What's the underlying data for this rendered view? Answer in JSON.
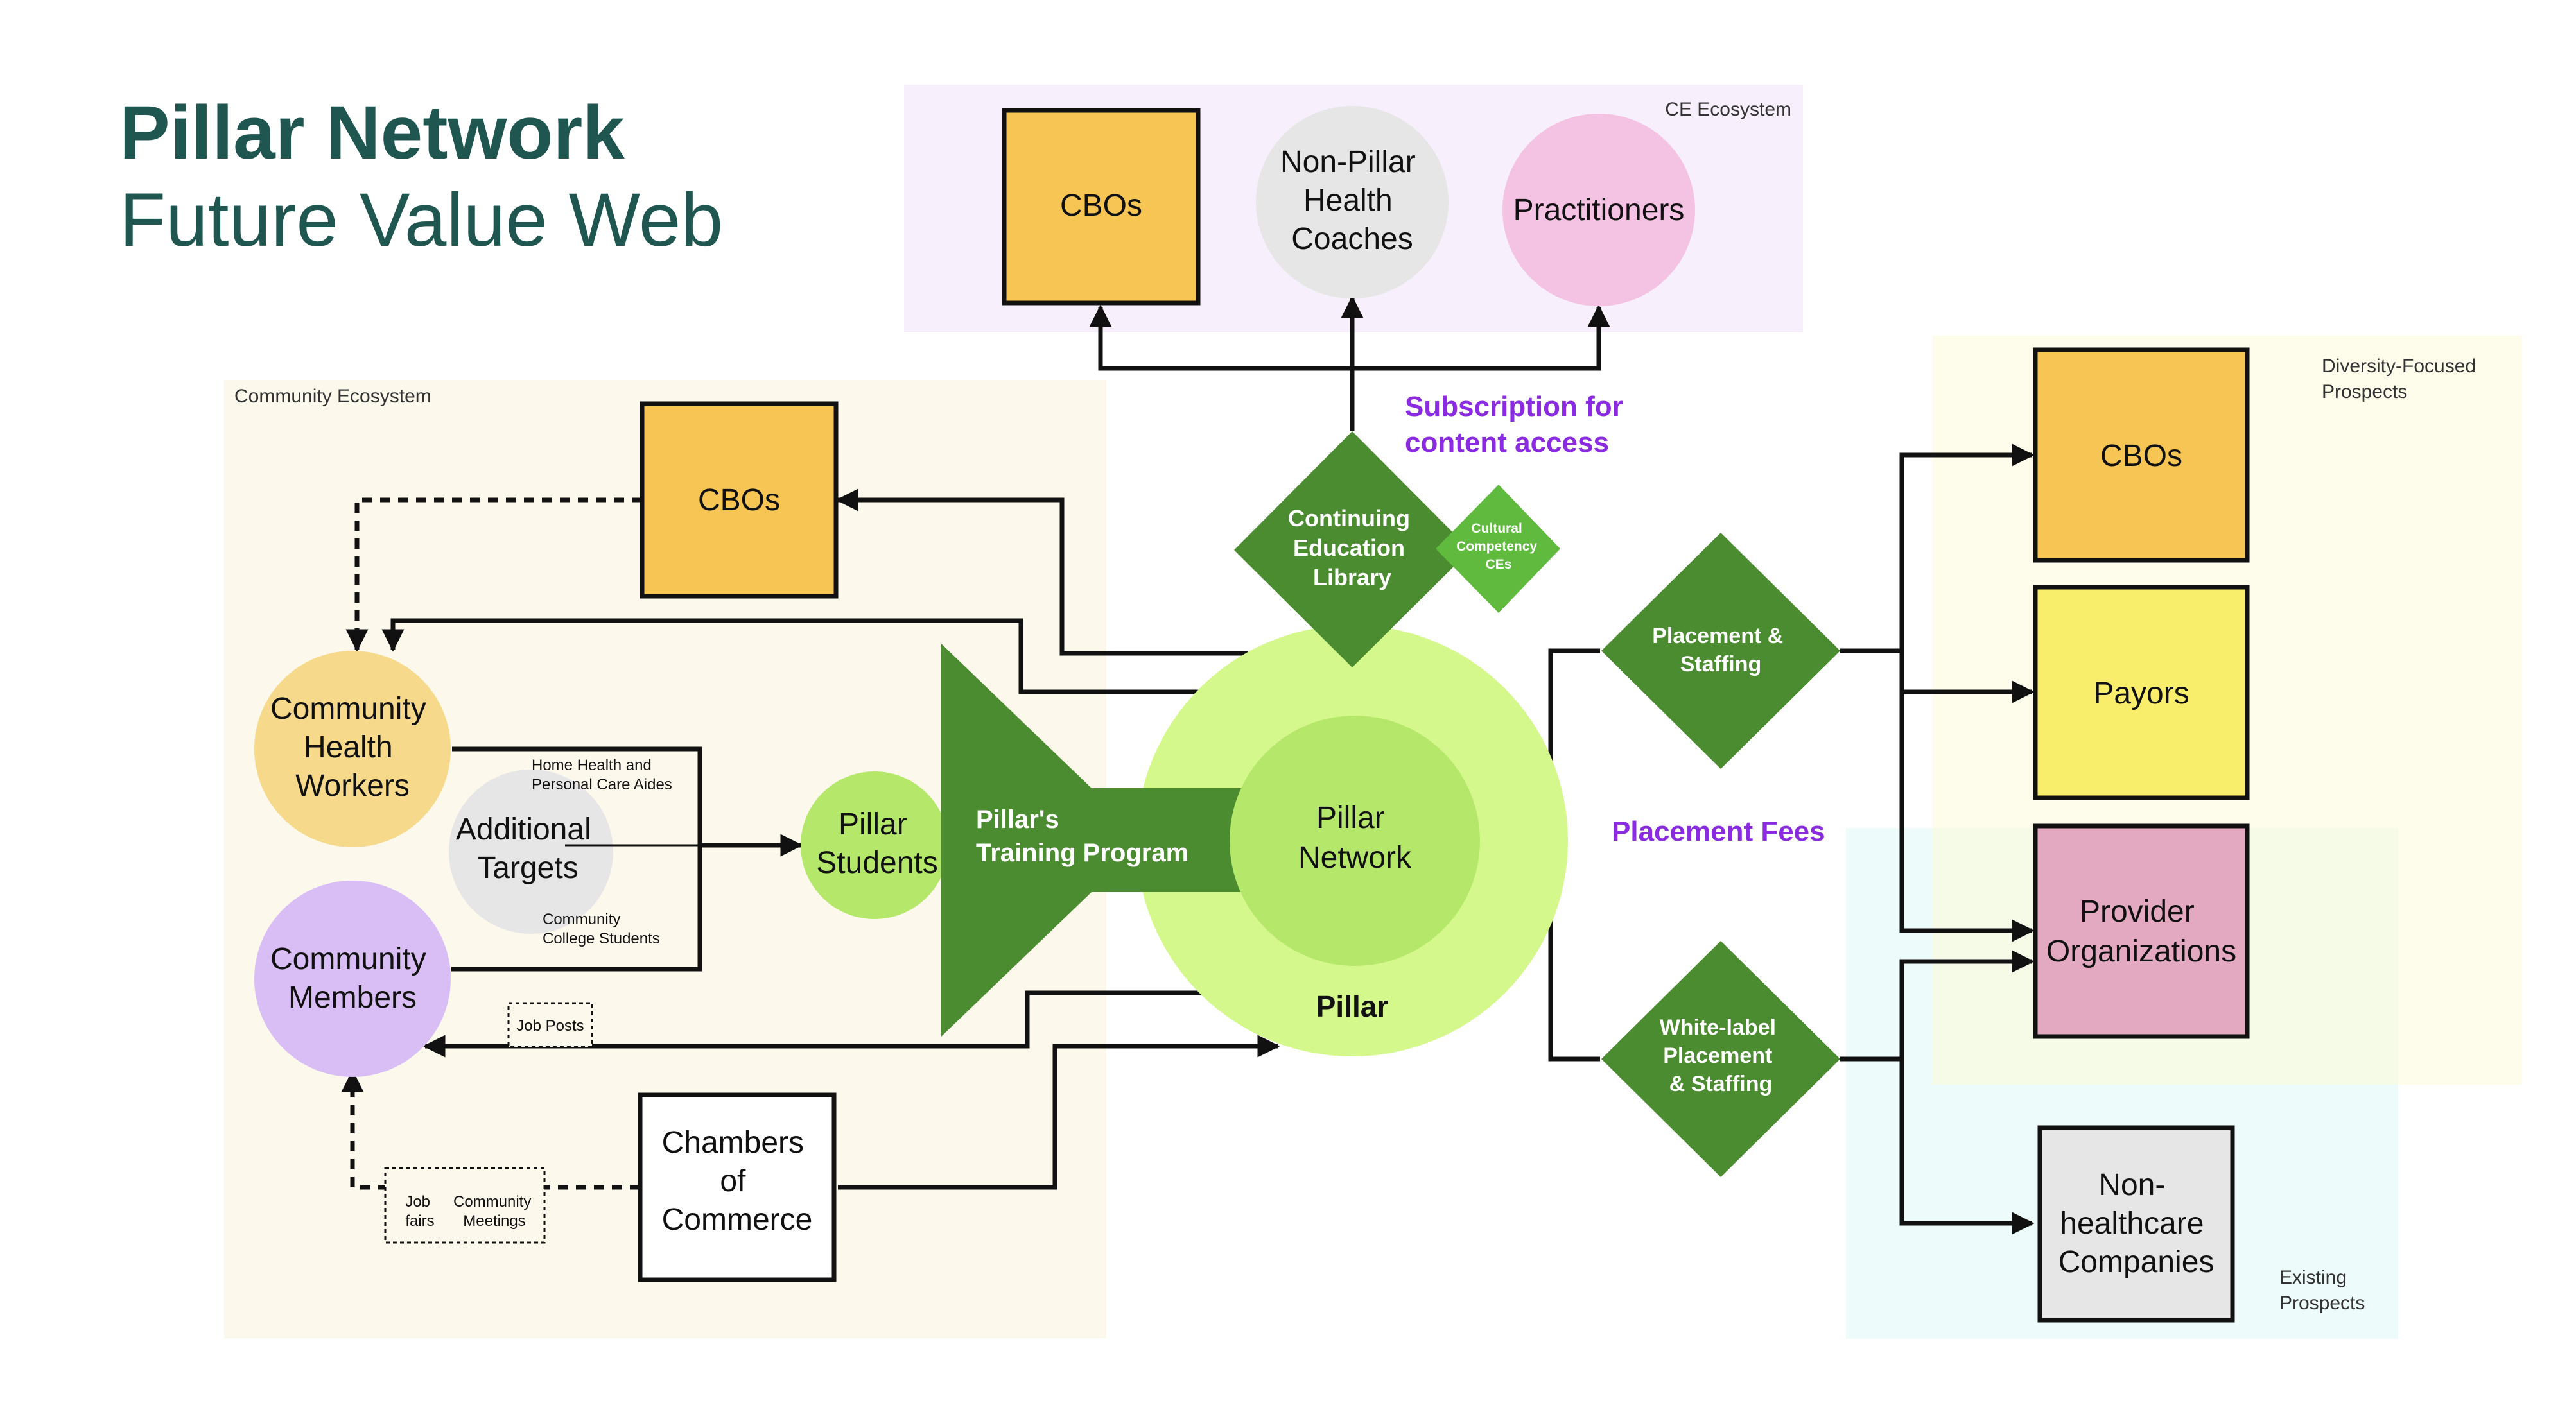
{
  "title": {
    "main": "Pillar Network",
    "sub": "Future Value Web"
  },
  "colors": {
    "title": "#1f5650",
    "diamond_green": "#4a8c2f",
    "pillar_outer": "#d4f88b",
    "pillar_inner": "#b5e86a",
    "students": "#b5e86a",
    "ce_region": "#f7effb",
    "community_region": "#fcf8ec",
    "diversity_region": "#fefcea",
    "existing_region": "#eefbfb",
    "cbo_box": "#f6c553",
    "payors_box": "#f9ee6c",
    "provider_box": "#e3a9c1",
    "nonhealth_box": "#e6e6e6",
    "chw_circle": "#f6d98a",
    "members_circle": "#d8bef5",
    "targets_circle": "#e6e6e6",
    "nonpillar_circle": "#e6e6e6",
    "practitioners_circle": "#f4c3e3",
    "purple_text": "#8a2be2"
  },
  "regions": {
    "ce": "CE Ecosystem",
    "community": "Community Ecosystem",
    "diversity": [
      "Diversity-Focused",
      "Prospects"
    ],
    "existing": [
      "Existing",
      "Prospects"
    ]
  },
  "nodes": {
    "ce_cbos": "CBOs",
    "non_pillar_coaches": [
      "Non-Pillar",
      "Health",
      "Coaches"
    ],
    "practitioners": "Practitioners",
    "community_cbos": "CBOs",
    "community_health_workers": [
      "Community",
      "Health",
      "Workers"
    ],
    "additional_targets": [
      "Additional",
      "Targets"
    ],
    "community_members": [
      "Community",
      "Members"
    ],
    "pillar_students": [
      "Pillar",
      "Students"
    ],
    "training_program": [
      "Pillar's",
      "Training Program"
    ],
    "pillar_network": [
      "Pillar",
      "Network"
    ],
    "pillar": "Pillar",
    "chambers_of_commerce": [
      "Chambers",
      "of",
      "Commerce"
    ],
    "continuing_education_library": [
      "Continuing",
      "Education",
      "Library"
    ],
    "cultural_competency_ces": [
      "Cultural",
      "Competency",
      "CEs"
    ],
    "placement_staffing": [
      "Placement &",
      "Staffing"
    ],
    "white_label_placement": [
      "White-label",
      "Placement",
      "& Staffing"
    ],
    "prospect_cbos": "CBOs",
    "payors": "Payors",
    "provider_organizations": [
      "Provider",
      "Organizations"
    ],
    "non_healthcare_companies": [
      "Non-",
      "healthcare",
      "Companies"
    ]
  },
  "annotations": {
    "home_health": [
      "Home Health and",
      "Personal Care Aides"
    ],
    "community_college": [
      "Community",
      "College Students"
    ],
    "job_posts": "Job Posts",
    "job_fairs": [
      "Job",
      "fairs"
    ],
    "community_meetings": [
      "Community",
      "Meetings"
    ],
    "subscription": [
      "Subscription for",
      "content access"
    ],
    "placement_fees": "Placement Fees"
  }
}
